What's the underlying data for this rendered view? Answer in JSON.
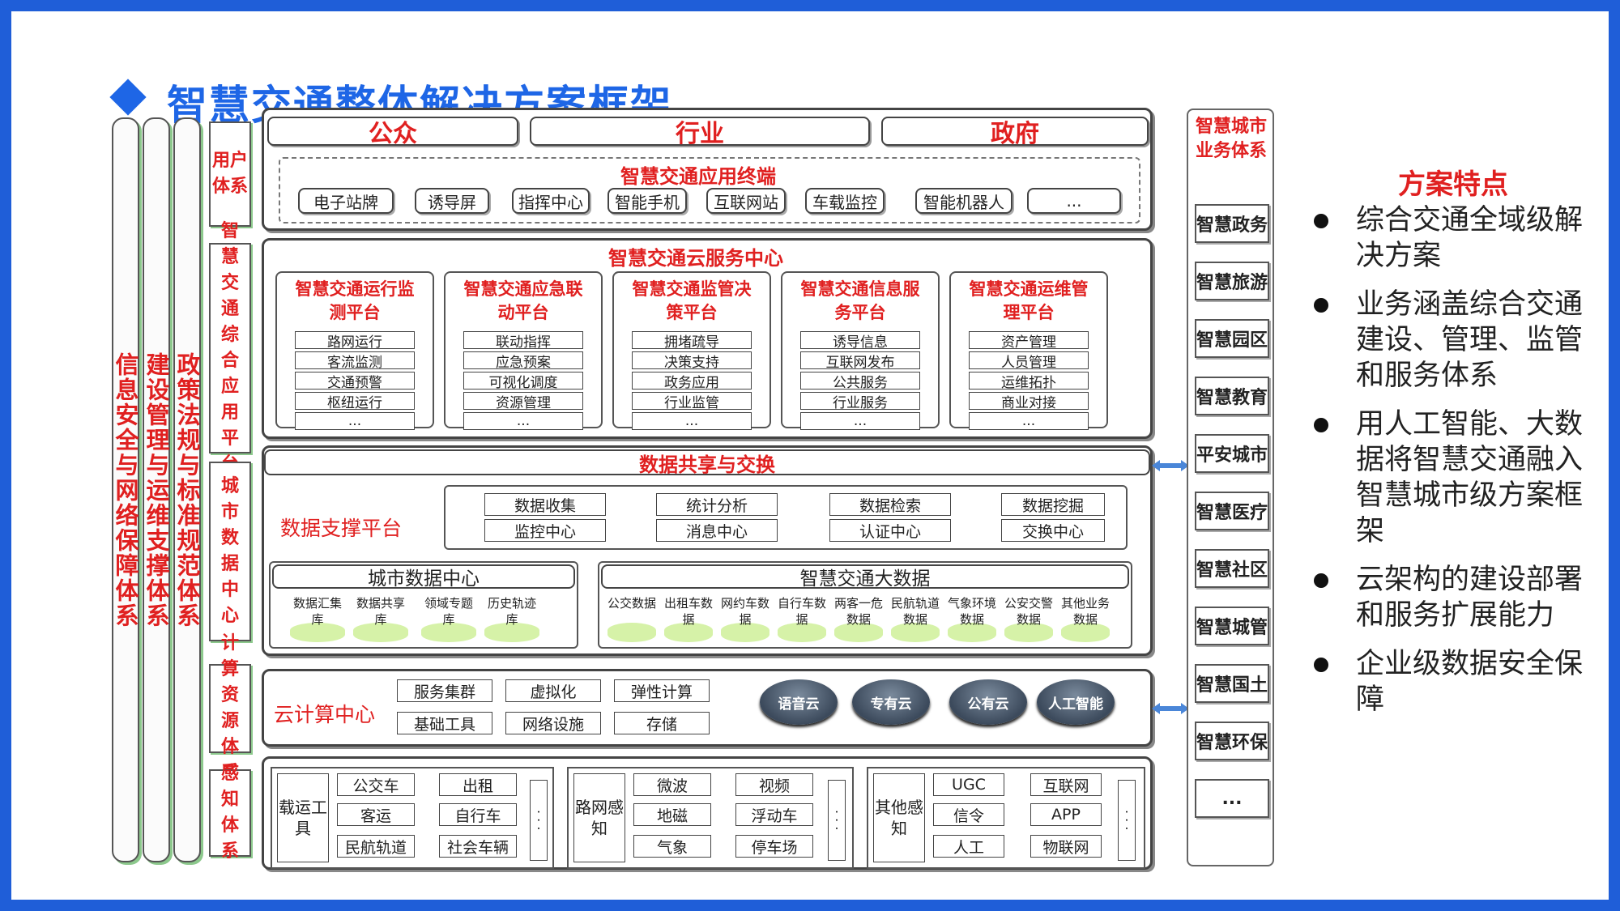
{
  "title": "智慧交通整体解决方案框架",
  "left_columns": [
    "信息安全与网络保障体系",
    "建设管理与运维支撑体系",
    "政策法规与标准规范体系"
  ],
  "system_labels": [
    "用户体系",
    "智慧交通综合应用平台",
    "城市数据中心",
    "计算资源体系",
    "感知体系"
  ],
  "user_section": {
    "groups": [
      "公众",
      "行业",
      "政府"
    ],
    "terminals_title": "智慧交通应用终端",
    "terminals": [
      "电子站牌",
      "诱导屏",
      "指挥中心",
      "智能手机",
      "互联网站",
      "车载监控",
      "智能机器人",
      "..."
    ]
  },
  "cloud_service": {
    "title": "智慧交通云服务中心",
    "platforms": [
      {
        "title": "智慧交通运行监测平台",
        "items": [
          "路网运行",
          "客流监测",
          "交通预警",
          "枢纽运行",
          "..."
        ]
      },
      {
        "title": "智慧交通应急联动平台",
        "items": [
          "联动指挥",
          "应急预案",
          "可视化调度",
          "资源管理",
          "..."
        ]
      },
      {
        "title": "智慧交通监管决策平台",
        "items": [
          "拥堵疏导",
          "决策支持",
          "政务应用",
          "行业监管",
          "..."
        ]
      },
      {
        "title": "智慧交通信息服务平台",
        "items": [
          "诱导信息",
          "互联网发布",
          "公共服务",
          "行业服务",
          "..."
        ]
      },
      {
        "title": "智慧交通运维管理平台",
        "items": [
          "资产管理",
          "人员管理",
          "运维拓扑",
          "商业对接",
          "..."
        ]
      }
    ]
  },
  "data_center": {
    "share_title": "数据共享与交换",
    "support_label": "数据支撑平台",
    "support_items": [
      "数据收集",
      "统计分析",
      "数据检索",
      "数据挖掘",
      "监控中心",
      "消息中心",
      "认证中心",
      "交换中心"
    ],
    "city_dc_title": "城市数据中心",
    "city_dbs": [
      "数据汇集库",
      "数据共享库",
      "领域专题库",
      "历史轨迹库"
    ],
    "bigdata_title": "智慧交通大数据",
    "bigdata_items": [
      "公交数据",
      "出租车数据",
      "网约车数据",
      "自行车数据",
      "两客一危数据",
      "民航轨道数据",
      "气象环境数据",
      "公安交警数据",
      "其他业务数据"
    ]
  },
  "compute": {
    "label": "云计算中心",
    "items": [
      "服务集群",
      "虚拟化",
      "弹性计算",
      "基础工具",
      "网络设施",
      "存储"
    ],
    "clouds": [
      "语音云",
      "专有云",
      "公有云",
      "人工智能"
    ]
  },
  "sensing": {
    "groups": [
      {
        "label": "载运工具",
        "items": [
          "公交车",
          "出租",
          "客运",
          "自行车",
          "民航轨道",
          "社会车辆"
        ]
      },
      {
        "label": "路网感知",
        "items": [
          "微波",
          "视频",
          "地磁",
          "浮动车",
          "气象",
          "停车场"
        ]
      },
      {
        "label": "其他感知",
        "items": [
          "UGC",
          "互联网",
          "信令",
          "APP",
          "人工",
          "物联网"
        ]
      }
    ],
    "dots": "· · ·"
  },
  "city_system": {
    "title": "智慧城市业务体系",
    "items": [
      "智慧政务",
      "智慧旅游",
      "智慧园区",
      "智慧教育",
      "平安城市",
      "智慧医疗",
      "智慧社区",
      "智慧城管",
      "智慧国土",
      "智慧环保",
      "..."
    ]
  },
  "features": {
    "title": "方案特点",
    "items": [
      "综合交通全域级解决方案",
      "业务涵盖综合交通建设、管理、监管和服务体系",
      "用人工智能、大数据将智慧交通融入智慧城市级方案框架",
      "云架构的建设部署和服务扩展能力",
      "企业级数据安全保障"
    ]
  },
  "colors": {
    "accent_blue": "#1e66e6",
    "red": "#e02020",
    "border_blue": "#1f5ed8",
    "shadow_green": "#8cc88c",
    "db_green": "#d6f2a8"
  }
}
